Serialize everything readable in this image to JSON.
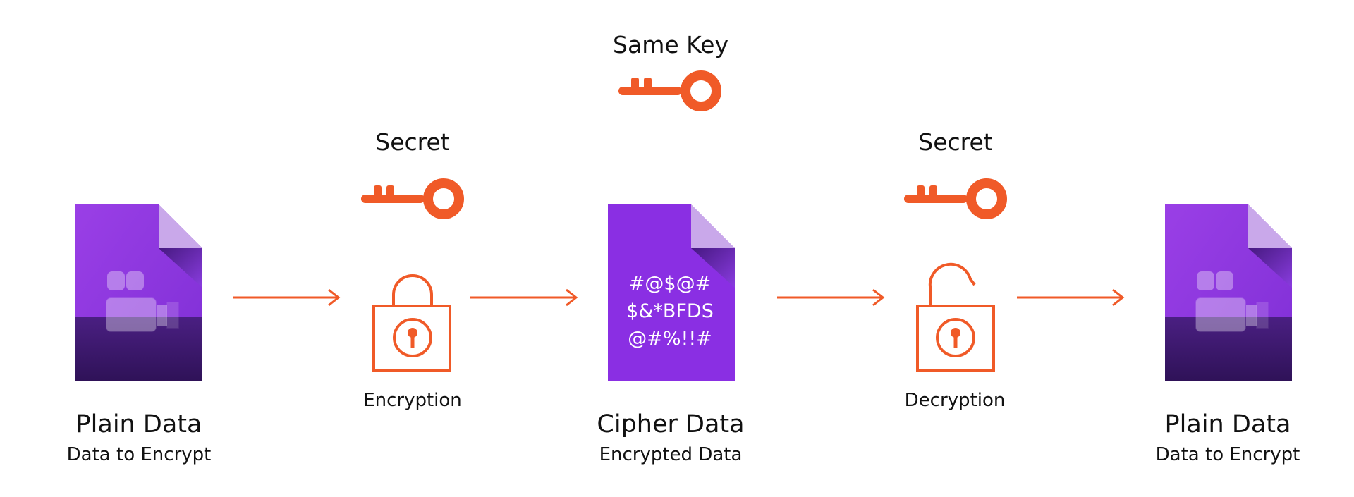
{
  "same_key": {
    "label": "Same Key"
  },
  "encryption": {
    "key_label": "Secret",
    "lock_label": "Encryption"
  },
  "decryption": {
    "key_label": "Secret",
    "lock_label": "Decryption"
  },
  "plain_left": {
    "title": "Plain Data",
    "subtitle": "Data to Encrypt"
  },
  "cipher": {
    "title": "Cipher Data",
    "subtitle": "Encrypted Data",
    "lines": [
      "#@$@#",
      "$&*BFDS",
      "@#%!!#"
    ]
  },
  "plain_right": {
    "title": "Plain Data",
    "subtitle": "Data to Encrypt"
  },
  "colors": {
    "accent_orange": "#f05a28",
    "doc_purple": "#8a2be2",
    "doc_dark": "#3e1a6e"
  },
  "icons": [
    "key-icon",
    "lock-closed-icon",
    "lock-open-icon",
    "video-file-icon",
    "cipher-file-icon",
    "arrow-right-icon"
  ]
}
